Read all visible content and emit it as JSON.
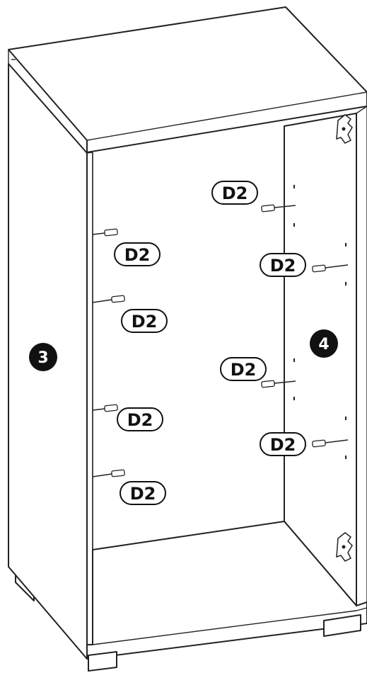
{
  "panels": {
    "left_side": {
      "number": "3"
    },
    "right_side": {
      "number": "4"
    }
  },
  "dowel_label": "D2",
  "colors": {
    "line": "#222222",
    "badge": "#111111",
    "background": "#ffffff"
  }
}
